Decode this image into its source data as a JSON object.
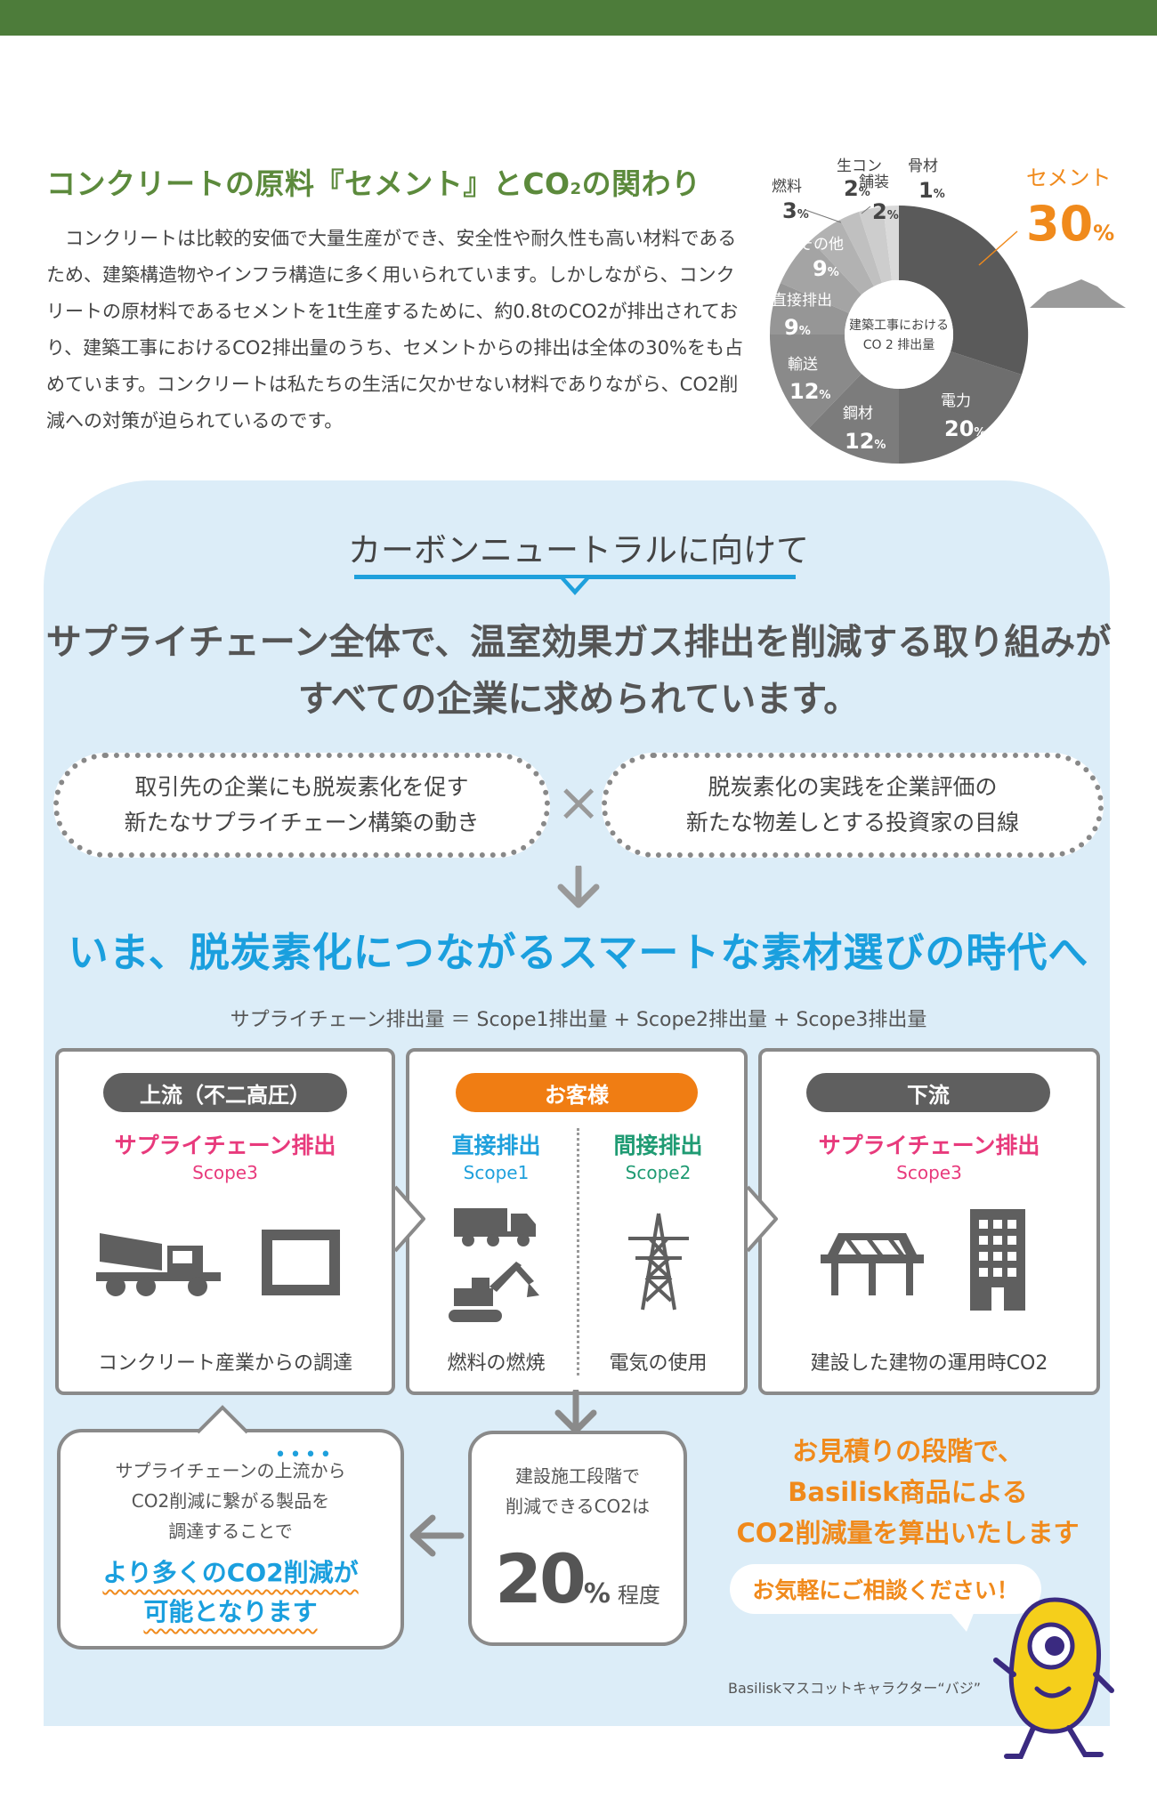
{
  "intro": {
    "title_a": "コンクリートの原料『セメント』とCO",
    "title_sub": "2",
    "title_b": "の関わり",
    "body": "コンクリートは比較的安価で大量生産ができ、安全性や耐久性も高い材料であるため、建築構造物やインフラ構造に多く用いられています。しかしながら、コンクリートの原材料であるセメントを1t生産するために、約0.8tのCO2が排出されており、建築工事におけるCO2排出量のうち、セメントからの排出は全体の30%をも占めています。コンクリートは私たちの生活に欠かせない材料でありながら、CO2削減への対策が迫られているのです。"
  },
  "donut": {
    "center_line1": "建築工事における",
    "center_line2": "CO 2 排出量",
    "colors": {
      "cement": "#5a5a5a",
      "power": "#6e6e6e",
      "steel": "#7c7c7c",
      "transport": "#8a8a8a",
      "direct": "#969696",
      "other": "#a4a4a4",
      "fuel": "#b2b2b2",
      "namacon": "#c0c0c0",
      "paving": "#cdcdcd",
      "aggregate": "#dadada",
      "accent": "#f08a1c"
    },
    "labels": {
      "cement": "セメント",
      "cement_v": "30",
      "pct": "%",
      "power": "電力",
      "power_v": "20",
      "steel": "鋼材",
      "steel_v": "12",
      "transport": "輸送",
      "transport_v": "12",
      "direct": "直接排出",
      "direct_v": "9",
      "other": "その他",
      "other_v": "9",
      "fuel": "燃料",
      "fuel_v": "3",
      "namacon": "生コン",
      "namacon_v": "2",
      "paving": "舗装",
      "paving_v": "2",
      "aggregate": "骨材",
      "aggregate_v": "1"
    }
  },
  "cn": {
    "title": "カーボンニュートラルに向けて"
  },
  "headline": {
    "line1": "サプライチェーン全体で、温室効果ガス排出を削減する取り組みが",
    "line2": "すべての企業に求められています。"
  },
  "pills": {
    "left_1": "取引先の企業にも脱炭素化を促す",
    "left_2": "新たなサプライチェーン構築の動き",
    "times": "×",
    "right_1": "脱炭素化の実践を企業評価の",
    "right_2": "新たな物差しとする投資家の目線"
  },
  "big_message": "いま、脱炭素化につながるスマートな素材選びの時代へ",
  "formula": "サプライチェーン排出量 ＝ Scope1排出量 + Scope2排出量 + Scope3排出量",
  "boxes": {
    "up": {
      "tag": "上流（不二高圧）",
      "title": "サプライチェーン排出",
      "scope": "Scope3",
      "caption": "コンクリート産業からの調達"
    },
    "mid": {
      "tag": "お客様",
      "direct": "直接排出",
      "direct_scope": "Scope1",
      "indirect": "間接排出",
      "indirect_scope": "Scope2",
      "cap_left": "燃料の燃焼",
      "cap_right": "電気の使用"
    },
    "down": {
      "tag": "下流",
      "title": "サプライチェーン排出",
      "scope": "Scope3",
      "caption": "建設した建物の運用時CO2"
    },
    "colors": {
      "tag_gray": "#5f5f5f",
      "tag_orange": "#f07d13",
      "icon": "#5f5f5f"
    }
  },
  "bubble_left": {
    "line1_a": "サプライチェーンの",
    "line1_em": "上流",
    "line1_b": "から",
    "line2": "CO2削減に繋がる製品を",
    "line3": "調達することで",
    "em1": "より多くのCO2削減が",
    "em2": "可能となります"
  },
  "bubble_mid": {
    "line1": "建設施工段階で",
    "line2": "削減できるCO2は",
    "value": "20",
    "pct": "%",
    "suffix": "程度"
  },
  "right_msg": {
    "line1": "お見積りの段階で、",
    "line2": "Basilisk商品による",
    "line3": "CO2削減量を算出いたします",
    "consult": "お気軽にご相談ください！"
  },
  "mascot": {
    "caption": "Basiliskマスコットキャラクター“バジ”"
  }
}
